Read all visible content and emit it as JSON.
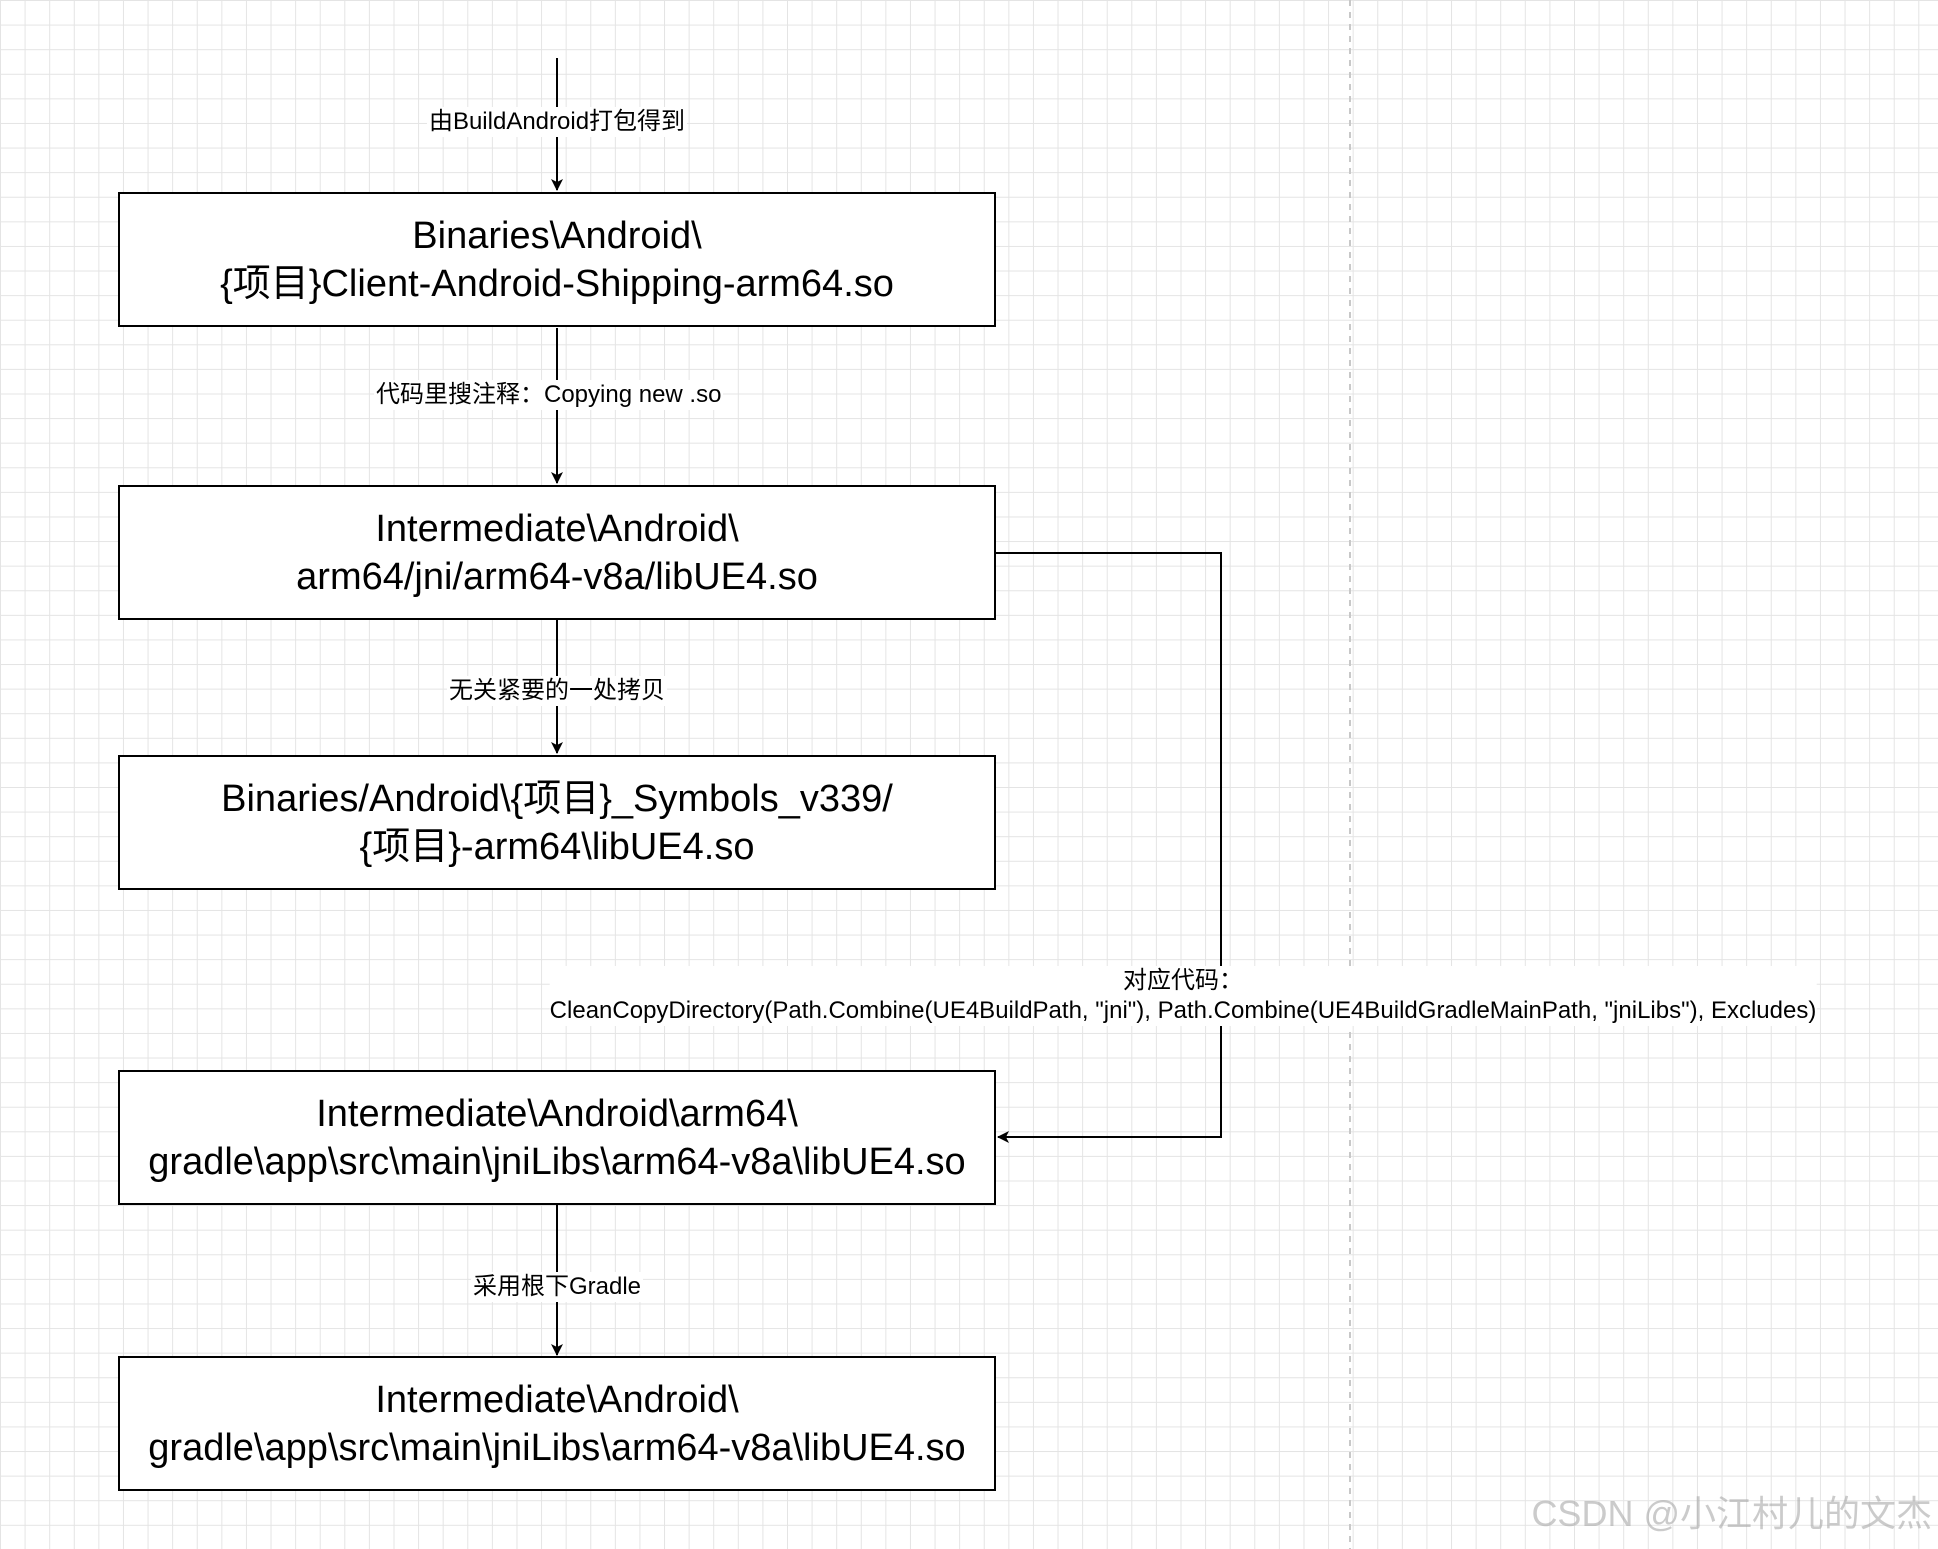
{
  "nodes": [
    {
      "line1": "Binaries\\Android\\",
      "line2": "{项目}Client-Android-Shipping-arm64.so"
    },
    {
      "line1": "Intermediate\\Android\\",
      "line2": "arm64/jni/arm64-v8a/libUE4.so"
    },
    {
      "line1": "Binaries/Android\\{项目}_Symbols_v339/",
      "line2": "{项目}-arm64\\libUE4.so"
    },
    {
      "line1": "Intermediate\\Android\\arm64\\",
      "line2": "gradle\\app\\src\\main\\jniLibs\\arm64-v8a\\libUE4.so"
    },
    {
      "line1": "Intermediate\\Android\\",
      "line2": "gradle\\app\\src\\main\\jniLibs\\arm64-v8a\\libUE4.so"
    }
  ],
  "edges": [
    {
      "label": "由BuildAndroid打包得到"
    },
    {
      "label": "代码里搜注释：Copying new .so"
    },
    {
      "label": "无关紧要的一处拷贝"
    },
    {
      "label_line1": "对应代码：",
      "label_line2": "CleanCopyDirectory(Path.Combine(UE4BuildPath, \"jni\"), Path.Combine(UE4BuildGradleMainPath, \"jniLibs\"), Excludes)"
    },
    {
      "label": "采用根下Gradle"
    }
  ],
  "watermark": "CSDN @小江村儿的文杰",
  "colors": {
    "line": "#000000",
    "grid": "#e4e4e4",
    "background": "#ffffff"
  }
}
